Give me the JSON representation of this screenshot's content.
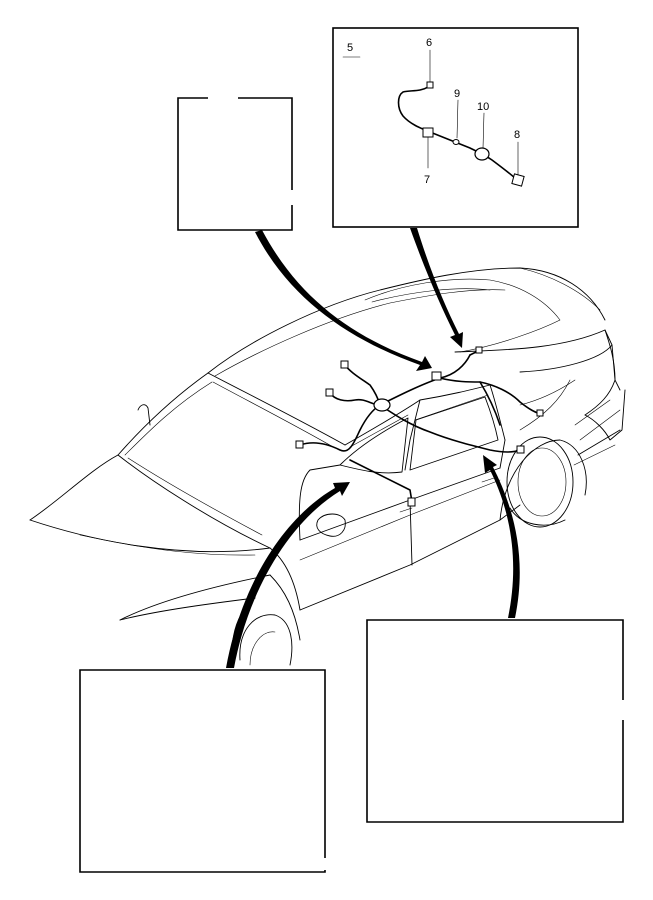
{
  "detail": {
    "group_label": "5",
    "parts": [
      {
        "label": "6"
      },
      {
        "label": "7"
      },
      {
        "label": "8"
      },
      {
        "label": "9"
      },
      {
        "label": "10"
      }
    ]
  },
  "colors": {
    "line": "#000000",
    "background": "#ffffff"
  }
}
